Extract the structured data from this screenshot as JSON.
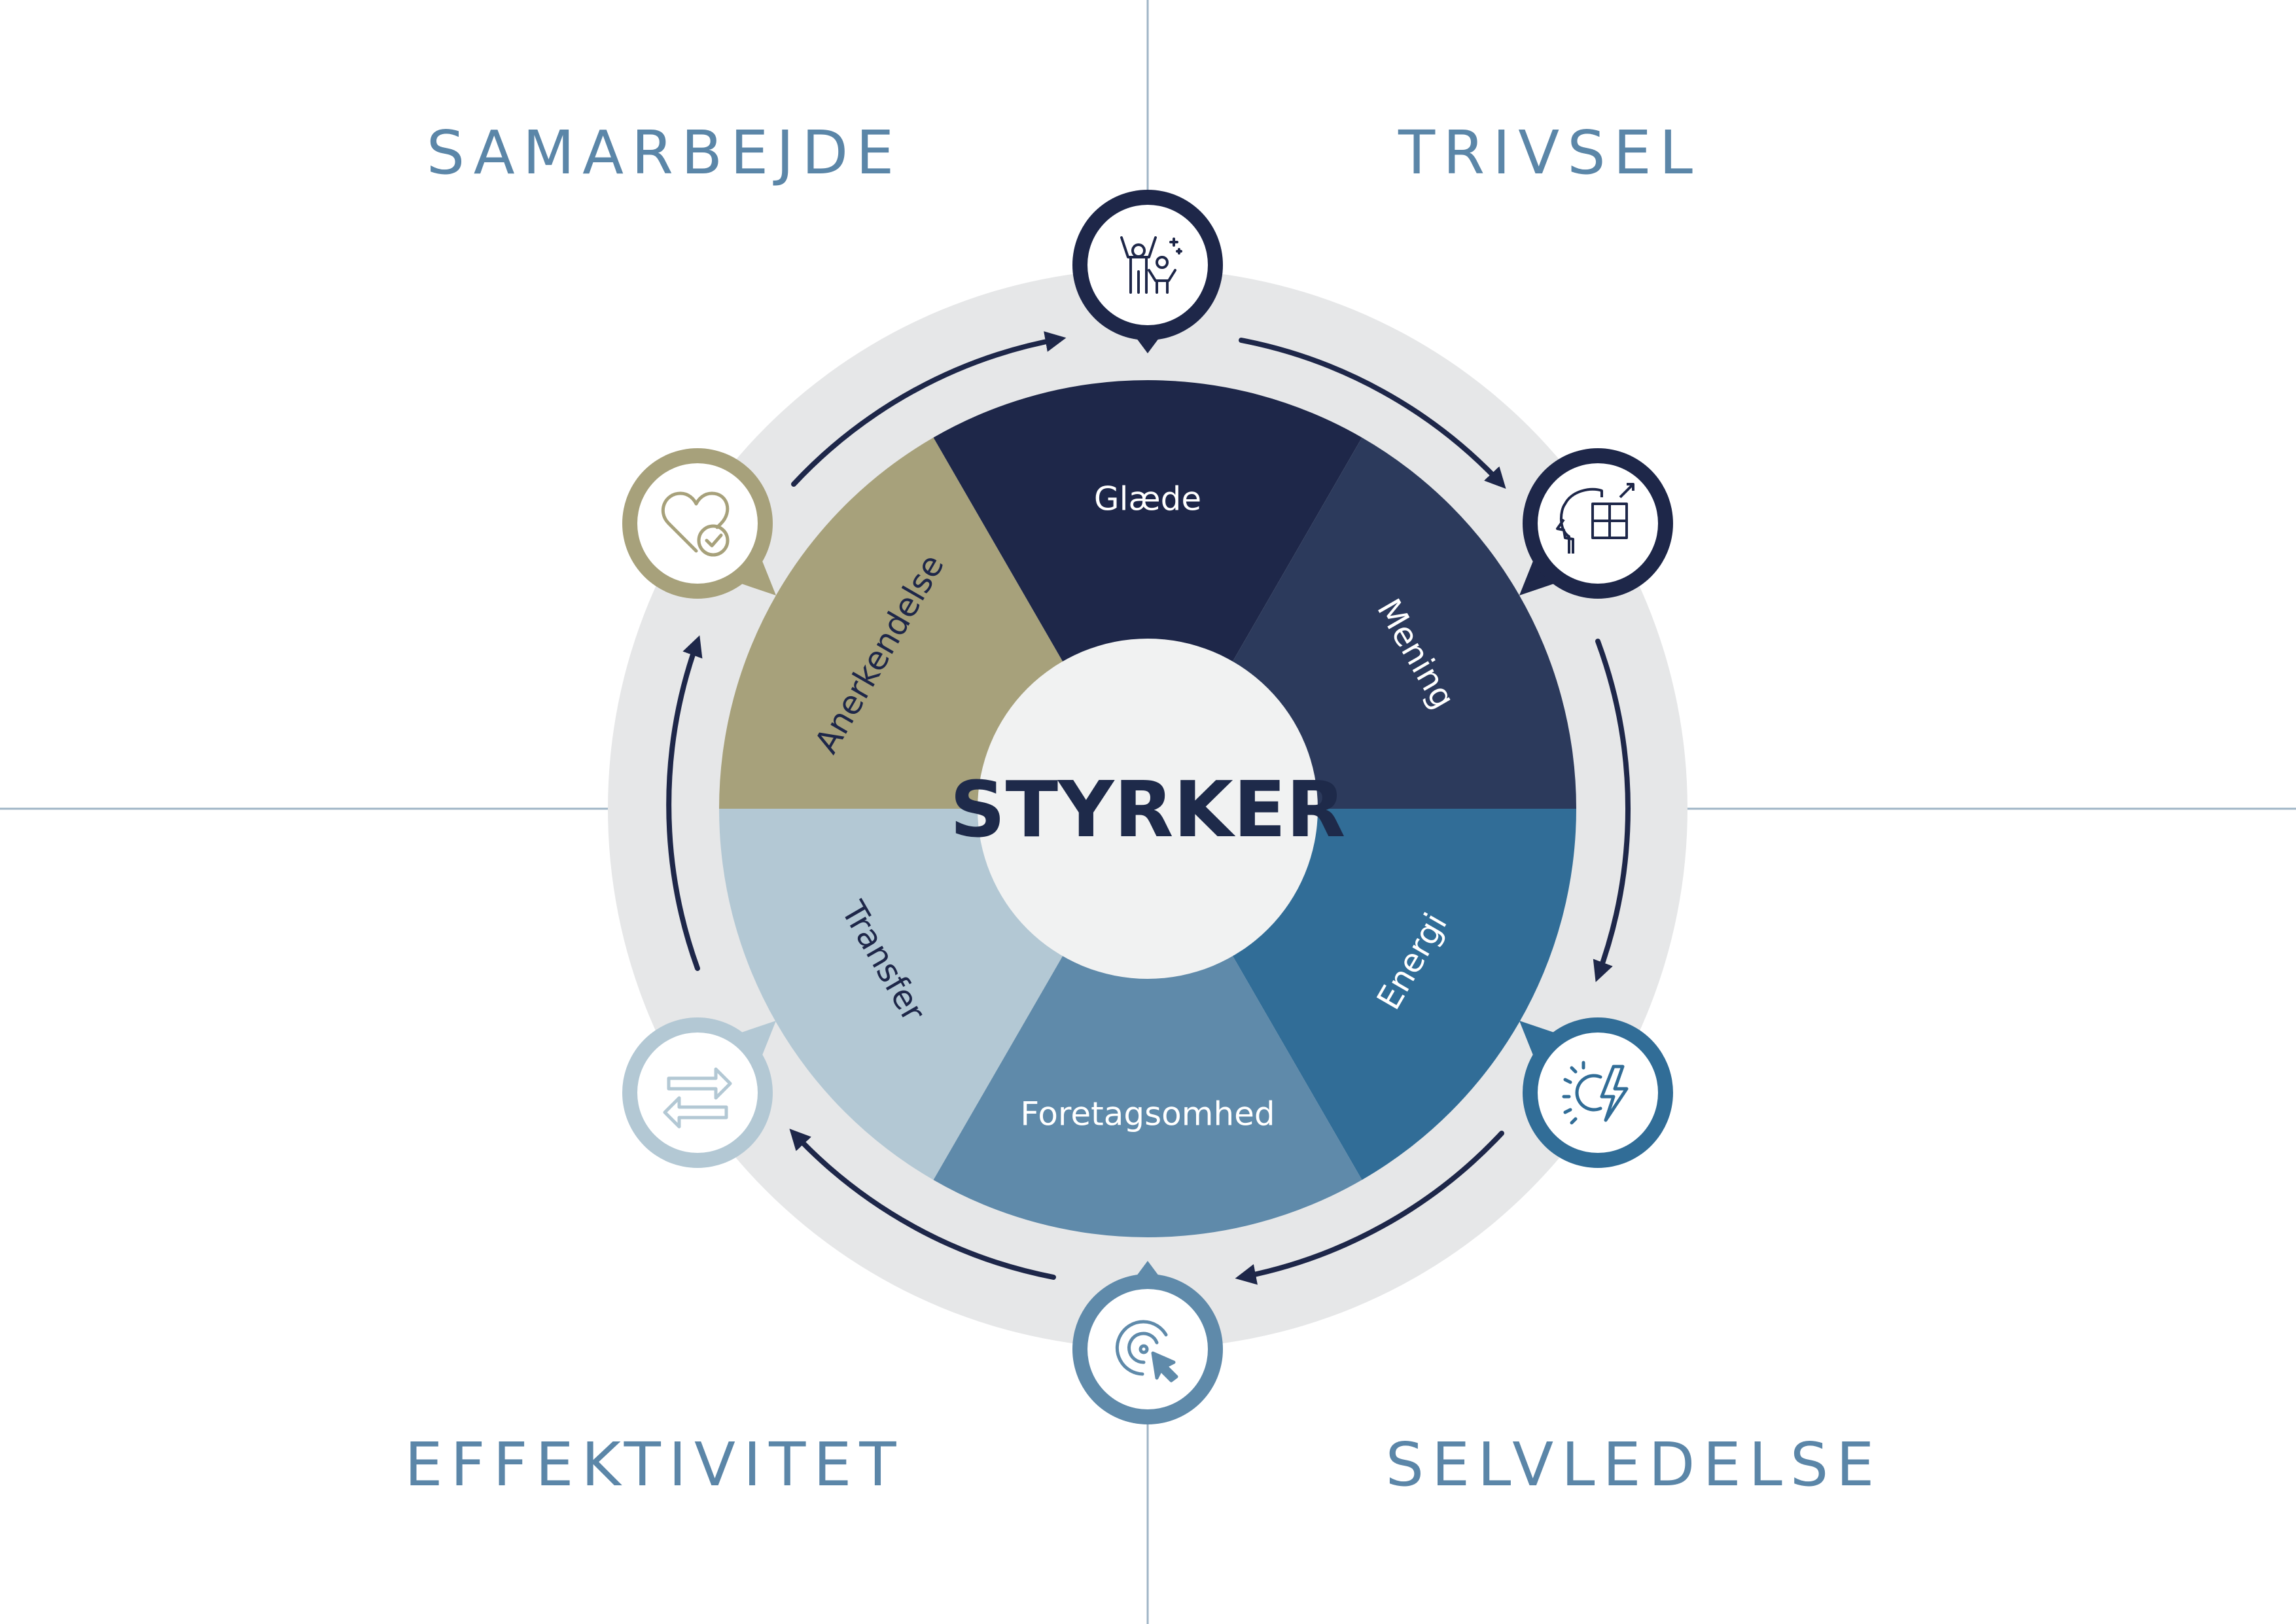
{
  "center": {
    "label": "STYRKER"
  },
  "quadrants": {
    "top_left": "SAMARBEJDE",
    "top_right": "TRIVSEL",
    "bottom_left": "EFFEKTIVITET",
    "bottom_right": "SELVLEDELSE"
  },
  "segments": [
    {
      "label": "Glæde",
      "color": "#1e2749",
      "text_color": "#ffffff"
    },
    {
      "label": "Mening",
      "color": "#2c3a5c",
      "text_color": "#ffffff"
    },
    {
      "label": "Energi",
      "color": "#316d97",
      "text_color": "#ffffff"
    },
    {
      "label": "Foretagsomhed",
      "color": "#5f8aaa",
      "text_color": "#ffffff"
    },
    {
      "label": "Transfer",
      "color": "#b3c8d4",
      "text_color": "#1e2749"
    },
    {
      "label": "Anerkendelse",
      "color": "#a7a17b",
      "text_color": "#1e2749"
    }
  ],
  "icons": [
    {
      "name": "people-celebrating-icon",
      "color": "#1e2749"
    },
    {
      "name": "head-puzzle-icon",
      "color": "#1e2749"
    },
    {
      "name": "sun-lightning-icon",
      "color": "#316d97"
    },
    {
      "name": "target-cursor-icon",
      "color": "#5f8aaa"
    },
    {
      "name": "transfer-arrows-icon",
      "color": "#b3c8d4"
    },
    {
      "name": "heart-check-icon",
      "color": "#a7a17b"
    }
  ],
  "colors": {
    "ring": "#e6e7e8",
    "center_fill": "#f1f2f2",
    "arrow": "#1e2749",
    "divider": "#9fb4c6",
    "quadrant_text": "#5b86a8"
  }
}
